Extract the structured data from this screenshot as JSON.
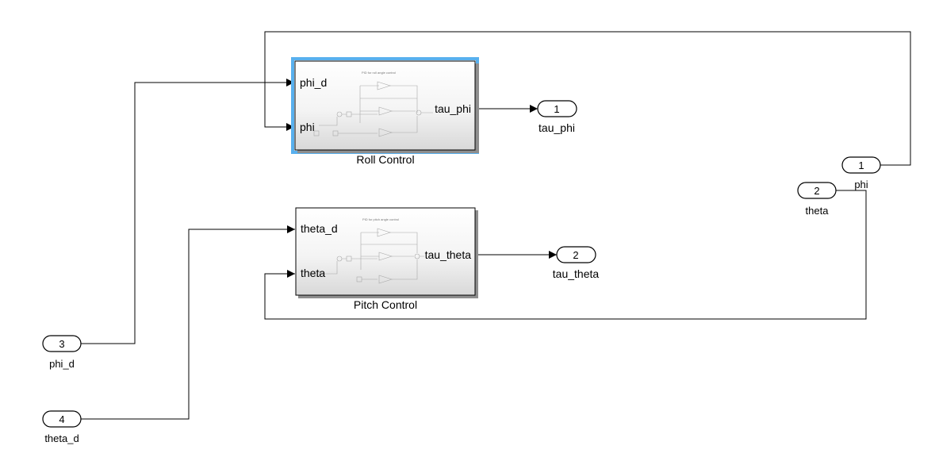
{
  "blocks": {
    "roll": {
      "name": "Roll Control",
      "description": "PID for roll angle control",
      "inputs": [
        "phi_d",
        "phi"
      ],
      "output": "tau_phi",
      "selected": true
    },
    "pitch": {
      "name": "Pitch Control",
      "description": "PID for pitch angle control",
      "inputs": [
        "theta_d",
        "theta"
      ],
      "output": "tau_theta",
      "selected": false
    }
  },
  "inports": [
    {
      "number": "1",
      "name": "phi"
    },
    {
      "number": "2",
      "name": "theta"
    },
    {
      "number": "3",
      "name": "phi_d"
    },
    {
      "number": "4",
      "name": "theta_d"
    }
  ],
  "outports": [
    {
      "number": "1",
      "name": "tau_phi"
    },
    {
      "number": "2",
      "name": "tau_theta"
    }
  ],
  "colors": {
    "selection": "#58b0ee",
    "block_top": "#ffffff",
    "block_bottom": "#dcdcdc"
  }
}
